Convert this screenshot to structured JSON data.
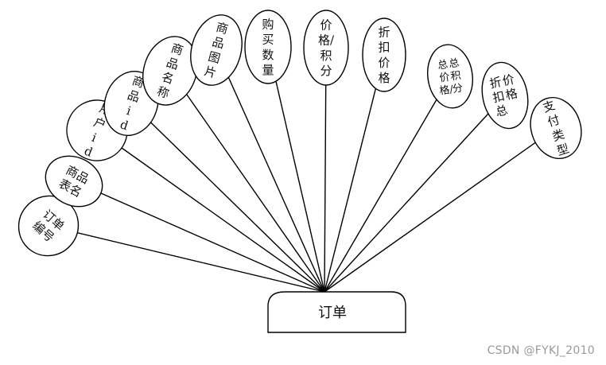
{
  "entity": {
    "label": "订单"
  },
  "attributes": [
    {
      "key": "order-no",
      "label": "订单编号"
    },
    {
      "key": "product-table-name",
      "label": "商品表名"
    },
    {
      "key": "user-id",
      "label": "用户id"
    },
    {
      "key": "product-id",
      "label": "商品id"
    },
    {
      "key": "product-name",
      "label": "商品名称"
    },
    {
      "key": "product-image",
      "label": "商品图片"
    },
    {
      "key": "quantity",
      "label": "购买数量"
    },
    {
      "key": "price-points",
      "label": "价格/积分"
    },
    {
      "key": "discount-price",
      "label": "折扣价格"
    },
    {
      "key": "total-price-points",
      "label": "总价格/总积分"
    },
    {
      "key": "discount-total-price",
      "label": "折扣总价格"
    },
    {
      "key": "payment-type",
      "label": "支付类型"
    }
  ],
  "watermark": "CSDN @FYKJ_2010"
}
